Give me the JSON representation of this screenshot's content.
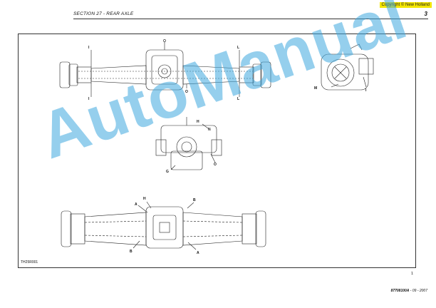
{
  "header": {
    "copyright": "Copyright © New Holland",
    "section_title": "SECTION 27 - REAR AXLE",
    "page_number": "3"
  },
  "figure": {
    "code": "TH25R001",
    "number": "1",
    "labels": {
      "top_left_upper": "I",
      "top_left_lower": "I",
      "top_right_upper": "L",
      "top_right_lower": "L",
      "top_center": "O",
      "side_m": "M",
      "side_i": "I",
      "mid_h": "H",
      "mid_n": "N",
      "mid_o": "O",
      "mid_g": "G",
      "bot_h": "H",
      "bot_a_upper": "A",
      "bot_a_lower": "A",
      "bot_b_left": "B",
      "bot_b_right": "B"
    }
  },
  "footer": {
    "doc_code": "87708100A",
    "doc_date": " - 09 - 2007"
  },
  "watermark": "AutoManual",
  "colors": {
    "watermark": "#3fa9e0",
    "copyright_bg": "#f3e600"
  }
}
